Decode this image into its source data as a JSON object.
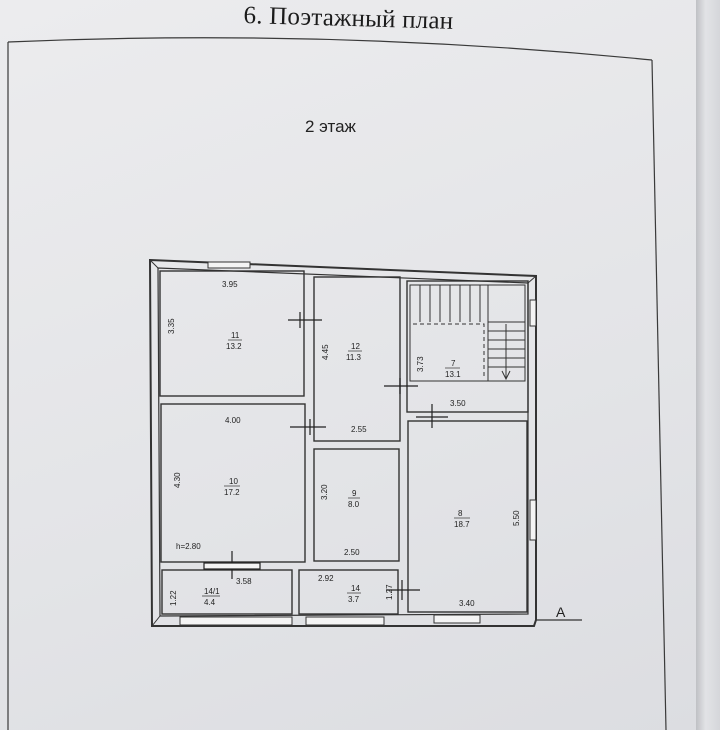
{
  "document": {
    "section_title": "6. Поэтажный план",
    "floor_label": "2 этаж",
    "axis_label": "А"
  },
  "rooms": [
    {
      "id": "11",
      "number": "11",
      "area": "13.2",
      "width_label": "3.95",
      "depth_label": "3.35"
    },
    {
      "id": "12",
      "number": "12",
      "area": "11.3",
      "width_label": "2.55",
      "depth_label": "4.45"
    },
    {
      "id": "7",
      "number": "7",
      "area": "13.1",
      "width_label": "3.50",
      "depth_label": "3.73"
    },
    {
      "id": "10",
      "number": "10",
      "area": "17.2",
      "width_label": "4.00",
      "depth_label": "4.30",
      "height_label": "h=2.80"
    },
    {
      "id": "9",
      "number": "9",
      "area": "8.0",
      "width_label": "2.50",
      "depth_label": "3.20"
    },
    {
      "id": "8",
      "number": "8",
      "area": "18.7",
      "width_label": "3.40",
      "depth_label": "5.50"
    },
    {
      "id": "14-1",
      "number": "14/1",
      "area": "4.4",
      "width_label": "3.58",
      "depth_label": "1.22"
    },
    {
      "id": "14",
      "number": "14",
      "area": "3.7",
      "width_label": "2.92",
      "depth_label": "1.27"
    }
  ],
  "colors": {
    "wall": "#333333",
    "paper": "#e6e7ea",
    "text": "#1b1b1b"
  }
}
